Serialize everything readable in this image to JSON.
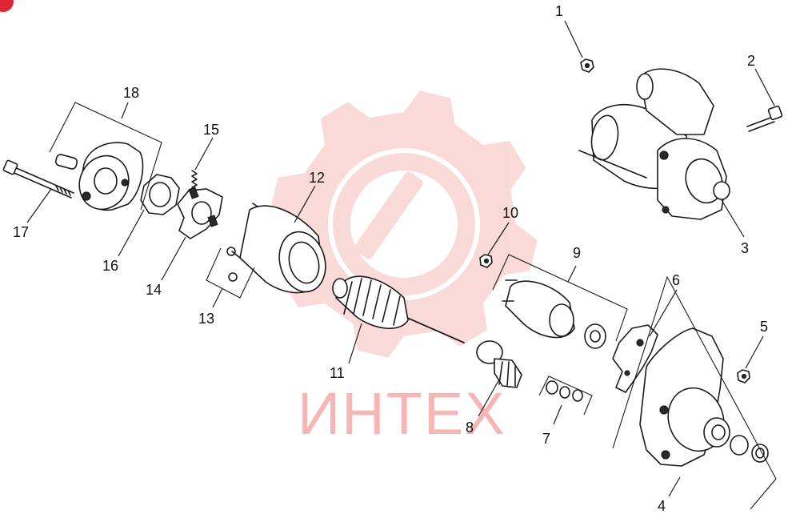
{
  "watermark": {
    "text": "ИНТЕХ",
    "color": "#f07b7b"
  },
  "corner_badge": {
    "color": "#e02433"
  },
  "callouts": [
    {
      "id": "1",
      "label": "1"
    },
    {
      "id": "2",
      "label": "2"
    },
    {
      "id": "3",
      "label": "3"
    },
    {
      "id": "4",
      "label": "4"
    },
    {
      "id": "5",
      "label": "5"
    },
    {
      "id": "6",
      "label": "6"
    },
    {
      "id": "7",
      "label": "7"
    },
    {
      "id": "8",
      "label": "8"
    },
    {
      "id": "9",
      "label": "9"
    },
    {
      "id": "10",
      "label": "10"
    },
    {
      "id": "11",
      "label": "11"
    },
    {
      "id": "12",
      "label": "12"
    },
    {
      "id": "13",
      "label": "13"
    },
    {
      "id": "14",
      "label": "14"
    },
    {
      "id": "15",
      "label": "15"
    },
    {
      "id": "16",
      "label": "16"
    },
    {
      "id": "17",
      "label": "17"
    },
    {
      "id": "18",
      "label": "18"
    }
  ]
}
